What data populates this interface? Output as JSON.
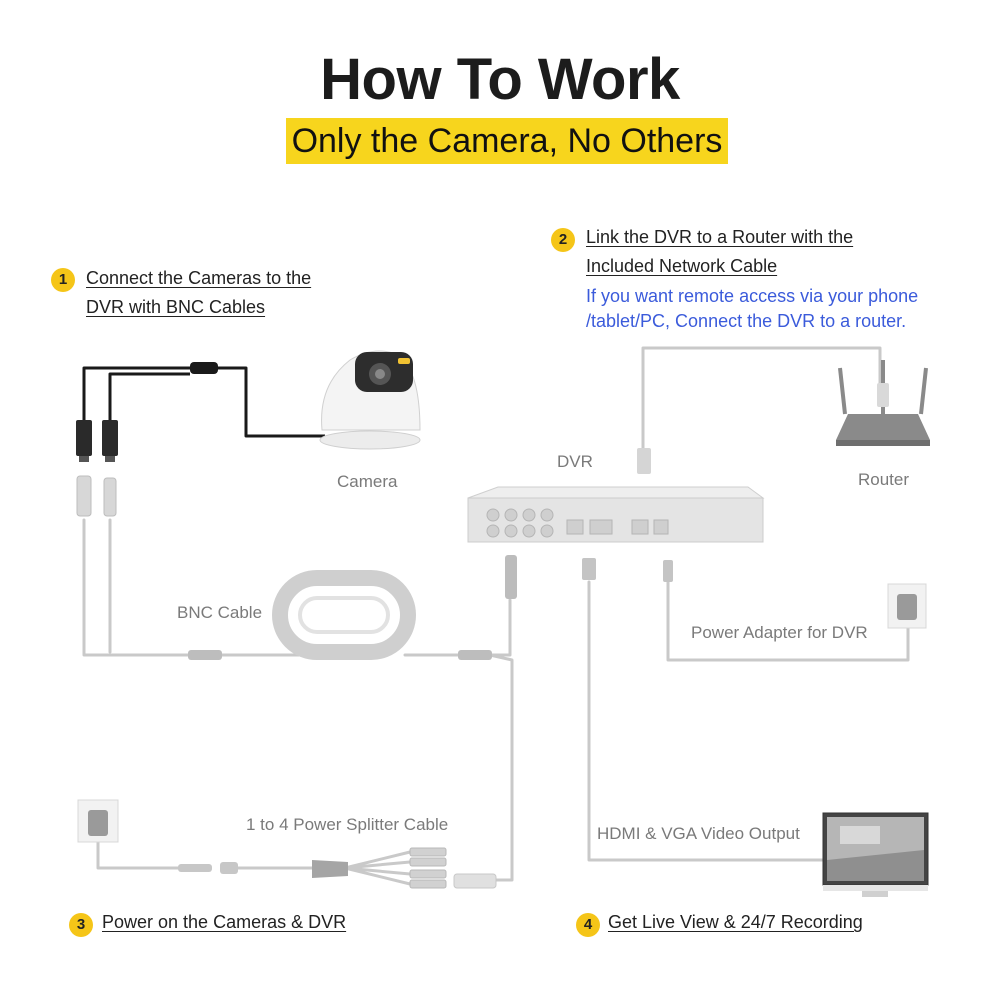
{
  "header": {
    "title": "How To Work",
    "subtitle": "Only the Camera, No Others"
  },
  "steps": [
    {
      "num": "1",
      "line1": "Connect the Cameras to the",
      "line2": "DVR with BNC Cables"
    },
    {
      "num": "2",
      "line1": "Link the DVR to a Router with the",
      "line2": "Included Network Cable",
      "note1": "If you want remote access via your phone",
      "note2": "/tablet/PC, Connect the DVR to a router."
    },
    {
      "num": "3",
      "line1": "Power on the Cameras & DVR"
    },
    {
      "num": "4",
      "line1": "Get Live View & 24/7 Recording"
    }
  ],
  "labels": {
    "camera": "Camera",
    "dvr": "DVR",
    "router": "Router",
    "bnc_cable": "BNC Cable",
    "power_adapter": "Power Adapter for DVR",
    "splitter": "1 to 4 Power Splitter Cable",
    "video_output": "HDMI & VGA Video Output"
  },
  "colors": {
    "accent": "#f5c518",
    "subtitle_bg": "#f7d51d",
    "note": "#3b5bdb",
    "cable": "#c8c8c8",
    "label": "#7a7a7a"
  }
}
